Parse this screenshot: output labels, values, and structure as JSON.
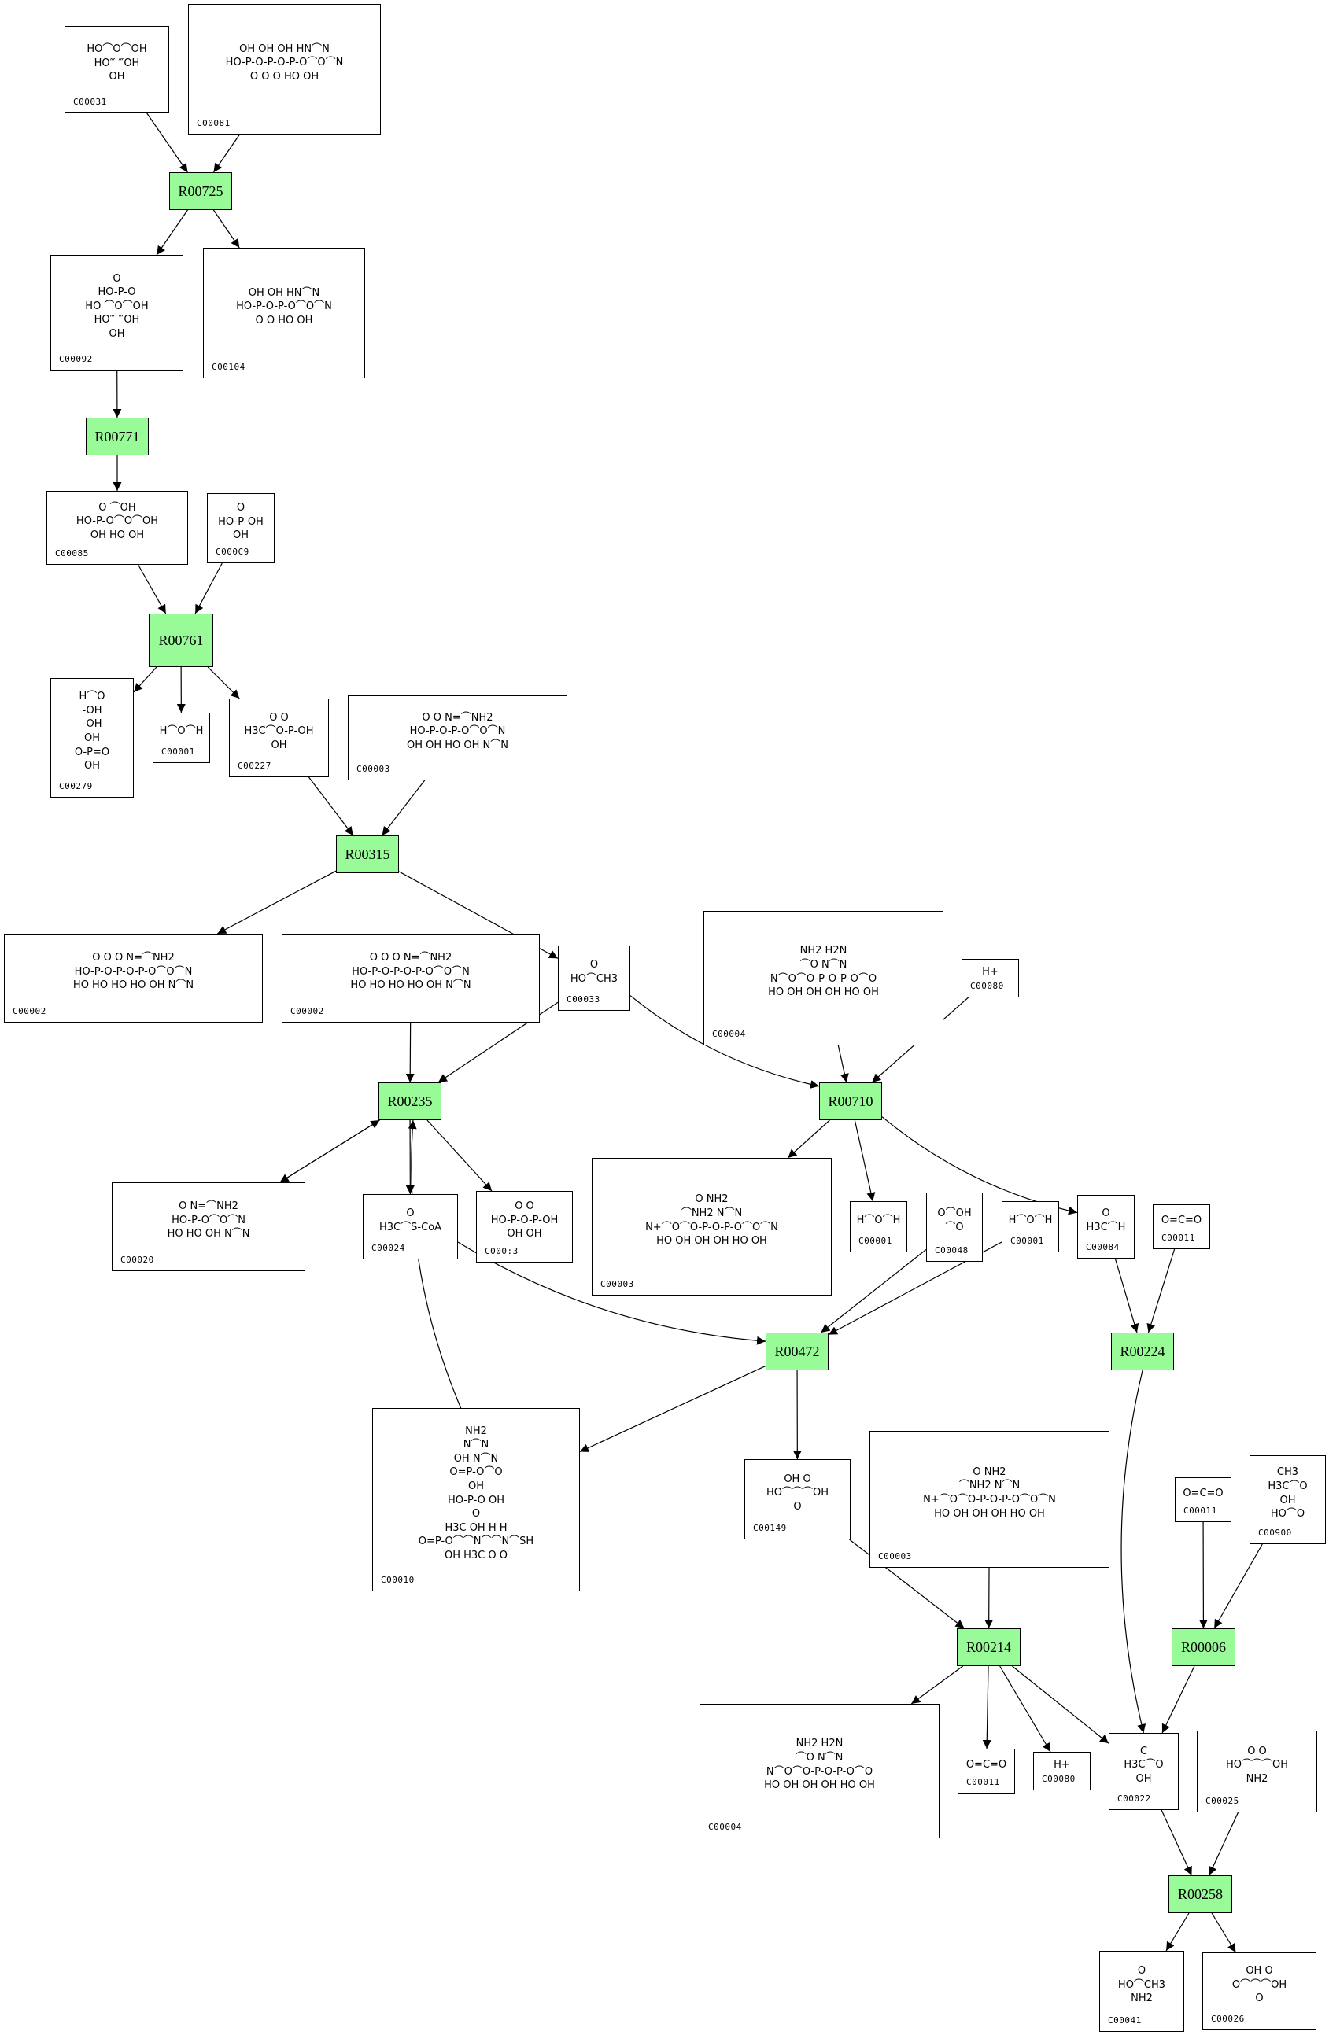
{
  "diagram": {
    "type": "metabolic-pathway-graph",
    "reaction_color": "#98fb98",
    "compound_border_color": "#000000",
    "reactions": [
      {
        "id": "R00725"
      },
      {
        "id": "R00771"
      },
      {
        "id": "R00761"
      },
      {
        "id": "R00315"
      },
      {
        "id": "R00235"
      },
      {
        "id": "R00710"
      },
      {
        "id": "R00472"
      },
      {
        "id": "R00224"
      },
      {
        "id": "R00214"
      },
      {
        "id": "R00006"
      },
      {
        "id": "R00258"
      }
    ],
    "compounds": [
      {
        "key": "c00031",
        "id": "C00031",
        "structure": "HO⌒O⌒OH\nHO‴  ‴OH\nOH"
      },
      {
        "key": "c00081",
        "id": "C00081",
        "structure": "OH  OH  OH      HN⌒N\nHO-P-O-P-O-P-O⌒O⌒N\nO   O   O   HO  OH"
      },
      {
        "key": "c00092",
        "id": "C00092",
        "structure": "O\nHO-P-O\nHO   ⌒O⌒OH\nHO‴ ‴OH\nOH"
      },
      {
        "key": "c00104",
        "id": "C00104",
        "structure": "OH  OH     HN⌒N\nHO-P-O-P-O⌒O⌒N\nO   O   HO  OH"
      },
      {
        "key": "c00085",
        "id": "C00085",
        "structure": "O          ⌒OH\nHO-P-O⌒O⌒OH\nOH   HO   OH"
      },
      {
        "key": "c00009",
        "id": "C000C9",
        "structure": "O\nHO-P-OH\nOH"
      },
      {
        "key": "c00279",
        "id": "C00279",
        "structure": "H⌒O\n-OH\n-OH\nOH\nO-P=O\nOH"
      },
      {
        "key": "c00001a",
        "id": "C00001",
        "structure": "H⌒O⌒H"
      },
      {
        "key": "c00227",
        "id": "C00227",
        "structure": "O    O\nH3C⌒O-P-OH\nOH"
      },
      {
        "key": "c00003a",
        "id": "C00003",
        "structure": "O   O          N=⌒NH2\nHO-P-O-P-O⌒O⌒N\nOH  OH  HO OH  N⌒N"
      },
      {
        "key": "c00002a",
        "id": "C00002",
        "structure": "O  O  O         N=⌒NH2\nHO-P-O-P-O-P-O⌒O⌒N\nHO HO HO  HO OH  N⌒N"
      },
      {
        "key": "c00002b",
        "id": "C00002",
        "structure": "O  O  O         N=⌒NH2\nHO-P-O-P-O-P-O⌒O⌒N\nHO HO HO  HO OH  N⌒N"
      },
      {
        "key": "c00033",
        "id": "C00033",
        "structure": "O\nHO⌒CH3"
      },
      {
        "key": "c00004a",
        "id": "C00004",
        "structure": "NH2          H2N\n⌒O           N⌒N\nN⌒O⌒O-P-O-P-O⌒O\nHO OH  OH  OH  HO OH"
      },
      {
        "key": "c00080a",
        "id": "C00080",
        "structure": "H+"
      },
      {
        "key": "c00020",
        "id": "C00020",
        "structure": "O           N=⌒NH2\nHO-P-O⌒O⌒N\nHO   HO OH  N⌒N"
      },
      {
        "key": "c00024",
        "id": "C00024",
        "structure": "O\nH3C⌒S-CoA"
      },
      {
        "key": "c00013",
        "id": "C000:3",
        "structure": "O    O\nHO-P-O-P-OH\nOH   OH"
      },
      {
        "key": "c00003b",
        "id": "C00003",
        "structure": "O               NH2\n⌒NH2          N⌒N\nN+⌒O⌒O-P-O-P-O⌒O⌒N\nHO OH  OH  OH  HO OH"
      },
      {
        "key": "c00001b",
        "id": "C00001",
        "structure": "H⌒O⌒H"
      },
      {
        "key": "c00048",
        "id": "C00048",
        "structure": "O⌒OH\n⌒O"
      },
      {
        "key": "c00001c",
        "id": "C00001",
        "structure": "H⌒O⌒H"
      },
      {
        "key": "c00084",
        "id": "C00084",
        "structure": "O\nH3C⌒H"
      },
      {
        "key": "c00011a",
        "id": "C00011",
        "structure": "O=C=O"
      },
      {
        "key": "c00010",
        "id": "C00010",
        "structure": "NH2\nN⌒N\nOH      N⌒N\nO=P-O⌒O\nOH\nHO-P-O  OH\nO\nH3C OH  H     H\nO=P-O⌒⌒N⌒⌒N⌒SH\nOH H3C  O     O"
      },
      {
        "key": "c00149",
        "id": "C00149",
        "structure": "OH  O\nHO⌒⌒⌒OH\nO"
      },
      {
        "key": "c00003c",
        "id": "C00003",
        "structure": "O               NH2\n⌒NH2          N⌒N\nN+⌒O⌒O-P-O-P-O⌒O⌒N\nHO OH  OH  OH  HO OH"
      },
      {
        "key": "c00011b",
        "id": "C00011",
        "structure": "O=C=O"
      },
      {
        "key": "c00900",
        "id": "C00900",
        "structure": "CH3\nH3C⌒O\nOH\nHO⌒O"
      },
      {
        "key": "c00004b",
        "id": "C00004",
        "structure": "NH2          H2N\n⌒O           N⌒N\nN⌒O⌒O-P-O-P-O⌒O\nHO OH  OH  OH  HO OH"
      },
      {
        "key": "c00011c",
        "id": "C00011",
        "structure": "O=C=O"
      },
      {
        "key": "c00080b",
        "id": "C00080",
        "structure": "H+"
      },
      {
        "key": "c00022",
        "id": "C00022",
        "structure": "C\nH3C⌒O\nOH"
      },
      {
        "key": "c00025",
        "id": "C00025",
        "structure": "O        O\nHO⌒⌒⌒OH\nNH2"
      },
      {
        "key": "c00041",
        "id": "C00041",
        "structure": "O\nHO⌒CH3\nNH2"
      },
      {
        "key": "c00026",
        "id": "C00026",
        "structure": "OH     O\nO⌒⌒⌒OH\nO"
      }
    ],
    "edges": [
      [
        "c00031",
        "R00725"
      ],
      [
        "c00081",
        "R00725"
      ],
      [
        "R00725",
        "c00092"
      ],
      [
        "R00725",
        "c00104"
      ],
      [
        "c00092",
        "R00771"
      ],
      [
        "R00771",
        "c00085"
      ],
      [
        "c00085",
        "R00761"
      ],
      [
        "c00009",
        "R00761"
      ],
      [
        "R00761",
        "c00279"
      ],
      [
        "R00761",
        "c00001a"
      ],
      [
        "R00761",
        "c00227"
      ],
      [
        "c00227",
        "R00315"
      ],
      [
        "c00003a",
        "R00315"
      ],
      [
        "R00315",
        "c00002a"
      ],
      [
        "R00315",
        "c00033"
      ],
      [
        "c00002b",
        "R00235"
      ],
      [
        "c00033",
        "R00235"
      ],
      [
        "R00235",
        "c00020"
      ],
      [
        "c00020",
        "R00235"
      ],
      [
        "R00235",
        "c00024"
      ],
      [
        "R00235",
        "c00013"
      ],
      [
        "c00010",
        "R00235"
      ],
      [
        "c00033",
        "R00710"
      ],
      [
        "c00004a",
        "R00710"
      ],
      [
        "c00080a",
        "R00710"
      ],
      [
        "R00710",
        "c00003b"
      ],
      [
        "R00710",
        "c00001b"
      ],
      [
        "R00710",
        "c00084"
      ],
      [
        "c00024",
        "R00472"
      ],
      [
        "c00048",
        "R00472"
      ],
      [
        "c00001c",
        "R00472"
      ],
      [
        "R00472",
        "c00010"
      ],
      [
        "R00472",
        "c00149"
      ],
      [
        "c00084",
        "R00224"
      ],
      [
        "c00011a",
        "R00224"
      ],
      [
        "c00149",
        "R00214"
      ],
      [
        "c00003c",
        "R00214"
      ],
      [
        "R00214",
        "c00004b"
      ],
      [
        "R00214",
        "c00011c"
      ],
      [
        "R00214",
        "c00080b"
      ],
      [
        "R00214",
        "c00022"
      ],
      [
        "c00011b",
        "R00006"
      ],
      [
        "c00900",
        "R00006"
      ],
      [
        "R00224",
        "c00022"
      ],
      [
        "R00006",
        "c00022"
      ],
      [
        "c00022",
        "R00258"
      ],
      [
        "c00025",
        "R00258"
      ],
      [
        "R00258",
        "c00041"
      ],
      [
        "R00258",
        "c00026"
      ]
    ]
  }
}
